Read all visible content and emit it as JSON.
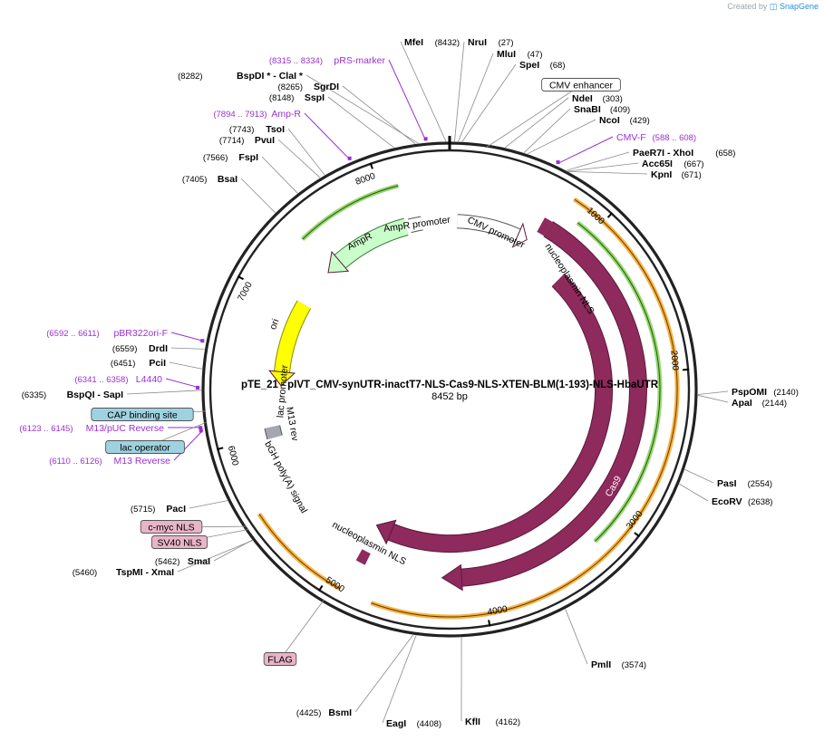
{
  "credit": {
    "prefix": "Created by",
    "brand": "SnapGene"
  },
  "map": {
    "title": "pTE_21 - pIVT_CMV-synUTR-inactT7-NLS-Cas9-NLS-XTEN-BLM(1-193)-NLS-HbaUTR",
    "length_label": "8452 bp",
    "total_bp": 8452,
    "ticks": [
      "1000",
      "2000",
      "3000",
      "4000",
      "5000",
      "6000",
      "7000",
      "8000"
    ]
  },
  "sites": [
    {
      "name": "MfeI",
      "pos": "(8432)",
      "bp": 8432
    },
    {
      "name": "NruI",
      "pos": "(27)",
      "bp": 27
    },
    {
      "name": "MluI",
      "pos": "(47)",
      "bp": 47
    },
    {
      "name": "SpeI",
      "pos": "(68)",
      "bp": 68
    },
    {
      "name": "NdeI",
      "pos": "(303)",
      "bp": 303
    },
    {
      "name": "SnaBI",
      "pos": "(409)",
      "bp": 409
    },
    {
      "name": "NcoI",
      "pos": "(429)",
      "bp": 429
    },
    {
      "name": "PaeR7I",
      "extra": "- XhoI",
      "pos": "(658)",
      "bp": 658
    },
    {
      "name": "Acc65I",
      "pos": "(667)",
      "bp": 667
    },
    {
      "name": "KpnI",
      "pos": "(671)",
      "bp": 671
    },
    {
      "name": "PspOMI",
      "pos": "(2140)",
      "bp": 2140
    },
    {
      "name": "ApaI",
      "pos": "(2144)",
      "bp": 2144
    },
    {
      "name": "PasI",
      "pos": "(2554)",
      "bp": 2554
    },
    {
      "name": "EcoRV",
      "pos": "(2638)",
      "bp": 2638
    },
    {
      "name": "PmlI",
      "pos": "(3574)",
      "bp": 3574
    },
    {
      "name": "KflI",
      "pos": "(4162)",
      "bp": 4162
    },
    {
      "name": "BsmI",
      "pos": "(4425)",
      "bp": 4425
    },
    {
      "name": "EagI",
      "pos": "(4408)",
      "bp": 4408
    },
    {
      "name": "SmaI",
      "pos": "(5462)",
      "bp": 5462
    },
    {
      "name": "TspMI",
      "extra": "- XmaI",
      "pos": "(5460)",
      "bp": 5460
    },
    {
      "name": "PacI",
      "pos": "(5715)",
      "bp": 5715
    },
    {
      "name": "BspQI",
      "extra": "- SapI",
      "pos": "(6335)",
      "bp": 6335
    },
    {
      "name": "PciI",
      "pos": "(6451)",
      "bp": 6451
    },
    {
      "name": "DrdI",
      "pos": "(6559)",
      "bp": 6559
    },
    {
      "name": "BsaI",
      "pos": "(7405)",
      "bp": 7405
    },
    {
      "name": "FspI",
      "pos": "(7566)",
      "bp": 7566
    },
    {
      "name": "PvuI",
      "pos": "(7714)",
      "bp": 7714
    },
    {
      "name": "TsoI",
      "pos": "(7743)",
      "bp": 7743
    },
    {
      "name": "SspI",
      "pos": "(8148)",
      "bp": 8148
    },
    {
      "name": "SgrDI",
      "pos": "(8265)",
      "bp": 8265
    },
    {
      "name": "BspDI",
      "extra": "* - ClaI *",
      "pos": "(8282)",
      "bp": 8282
    }
  ],
  "primers": [
    {
      "name": "pRS-marker",
      "range": "(8315 .. 8334)",
      "bp": 8324
    },
    {
      "name": "Amp-R",
      "range": "(7894 .. 7913)",
      "bp": 7903
    },
    {
      "name": "CMV-F",
      "range": "(588 .. 608)",
      "bp": 598
    },
    {
      "name": "pBR322ori-F",
      "range": "(6592 .. 6611)",
      "bp": 6601
    },
    {
      "name": "L4440",
      "range": "(6341 .. 6358)",
      "bp": 6349
    },
    {
      "name": "M13/pUC Reverse",
      "range": "(6123 .. 6145)",
      "bp": 6134
    },
    {
      "name": "M13 Reverse",
      "range": "(6110 .. 6126)",
      "bp": 6118
    }
  ],
  "boxed_features": [
    {
      "name": "CMV enhancer",
      "color": "#ffffff",
      "bp": 200
    },
    {
      "name": "CAP binding site",
      "color": "#9fd2e0",
      "bp": 6220
    },
    {
      "name": "lac operator",
      "color": "#9fd2e0",
      "bp": 6160
    },
    {
      "name": "c-myc NLS",
      "color": "#e8b4c8",
      "bp": 5540
    },
    {
      "name": "SV40 NLS",
      "color": "#e8b4c8",
      "bp": 5520
    },
    {
      "name": "FLAG",
      "color": "#e8b4c8",
      "bp": 4950
    }
  ],
  "inner_labels": [
    {
      "name": "CMV promoter"
    },
    {
      "name": "nucleoplasmin NLS"
    },
    {
      "name": "AmpR promoter"
    },
    {
      "name": "AmpR"
    },
    {
      "name": "ori"
    },
    {
      "name": "lac promoter"
    },
    {
      "name": "M13 rev"
    },
    {
      "name": "bGH poly(A) signal"
    },
    {
      "name": "nucleoplasmin NLS"
    },
    {
      "name": "Cas9"
    },
    {
      "name": "Cas9"
    }
  ],
  "colors": {
    "backbone": "#222222",
    "cas9": "#8e2a5c",
    "amp": "#c9fdc9",
    "ori": "#ffff00",
    "promoter": "#ffffff",
    "primer": "#9b30d0",
    "orange_arc": "#f5a623",
    "green_arc": "#44b300"
  }
}
